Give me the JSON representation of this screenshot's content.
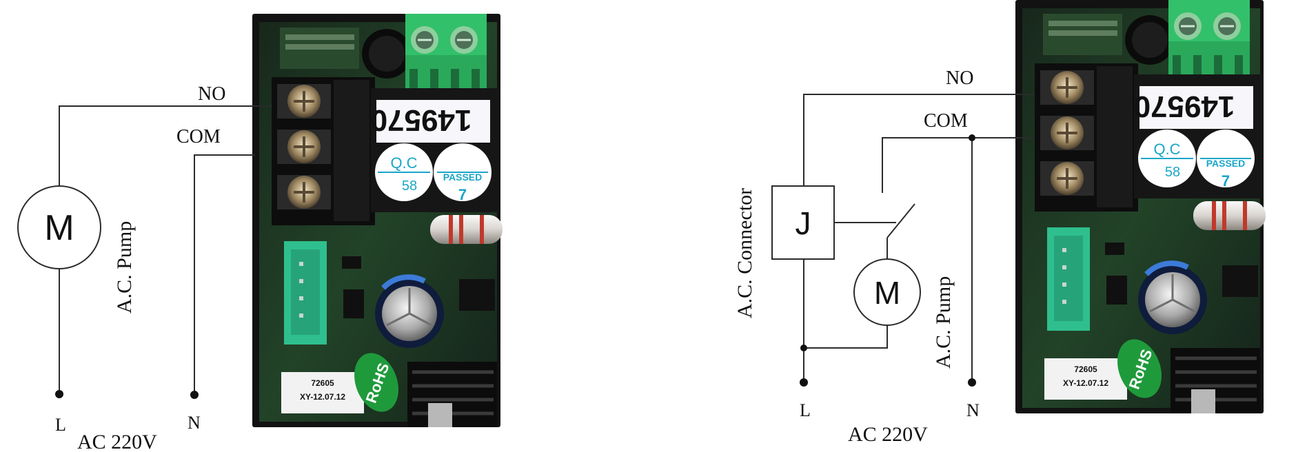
{
  "left_diagram": {
    "terminal_no": "NO",
    "terminal_com": "COM",
    "motor_symbol": "M",
    "pump_label": "A.C. Pump",
    "line_label": "L",
    "neutral_label": "N",
    "supply_label": "AC 220V"
  },
  "right_diagram": {
    "terminal_no": "NO",
    "terminal_com": "COM",
    "connector_symbol": "J",
    "connector_label": "A.C. Connector",
    "motor_symbol": "M",
    "pump_label": "A.C. Pump",
    "line_label": "L",
    "neutral_label": "N",
    "supply_label": "AC 220V"
  },
  "board": {
    "serial_number": "149570",
    "qc_label": "Q.C",
    "qc_number": "58",
    "passed_label": "PASSED",
    "passed_number": "7",
    "model_code": "72605",
    "model_date": "XY-12.07.12",
    "rohs_label": "RoHS"
  },
  "colors": {
    "wire": "#2b2b2b",
    "pcb_frame": "#1a1a1a",
    "pcb_green": "#2f6b3a",
    "terminal_block_green": "#33c06a",
    "sticker_blue": "#1b2a8a",
    "qc_cyan": "#1aa6c9",
    "rohs_green": "#1f9a3b"
  }
}
